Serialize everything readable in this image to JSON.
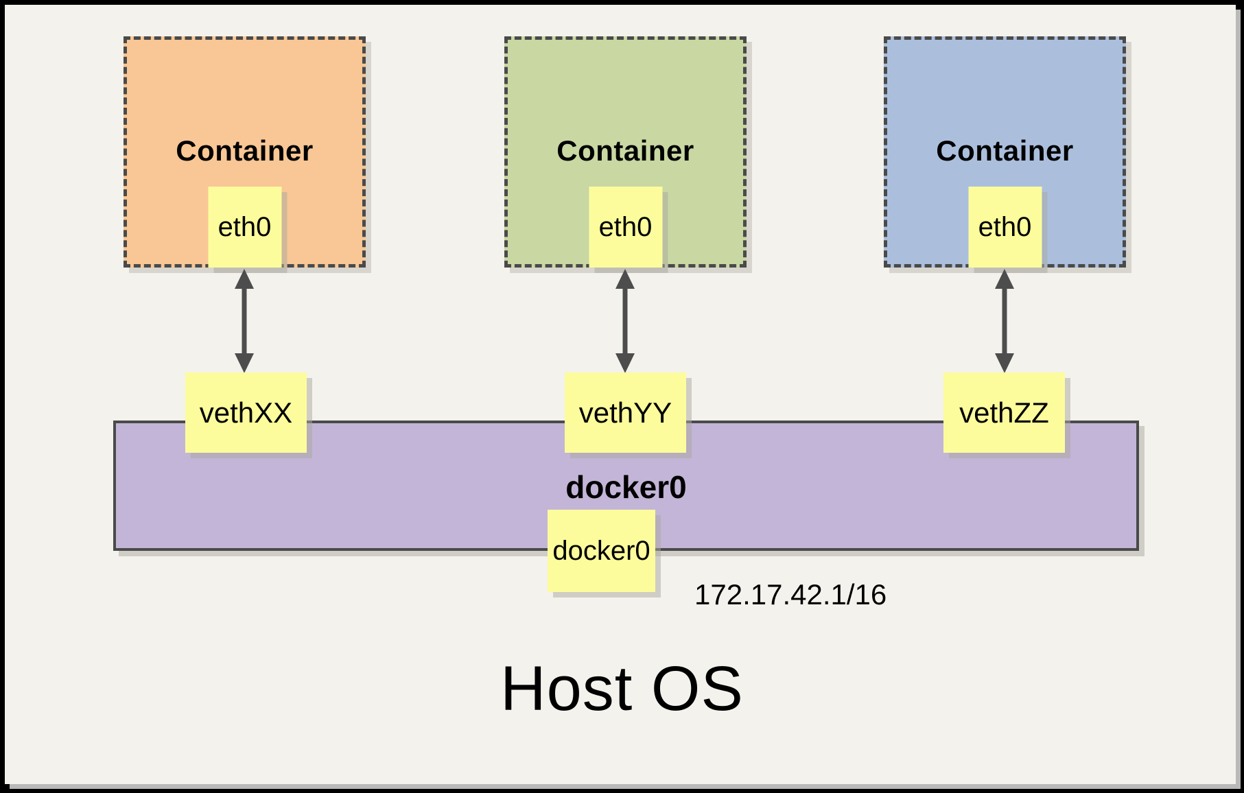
{
  "diagram": {
    "host_label": "Host OS",
    "bridge": {
      "name": "docker0",
      "interface_label": "docker0",
      "ip": "172.17.42.1/16",
      "fill": "#C3B5D7"
    },
    "containers": [
      {
        "label": "Container",
        "interface": "eth0",
        "veth": "vethXX",
        "fill": "#F8C795"
      },
      {
        "label": "Container",
        "interface": "eth0",
        "veth": "vethYY",
        "fill": "#C9D7A3"
      },
      {
        "label": "Container",
        "interface": "eth0",
        "veth": "vethZZ",
        "fill": "#ABBFDD"
      }
    ],
    "colors": {
      "slide_background": "#F4F2EC",
      "interface_box": "#FCFC9C",
      "dashed_border": "#4A4A4A",
      "arrow": "#4D4D4D",
      "outer_frame": "#000000"
    }
  }
}
